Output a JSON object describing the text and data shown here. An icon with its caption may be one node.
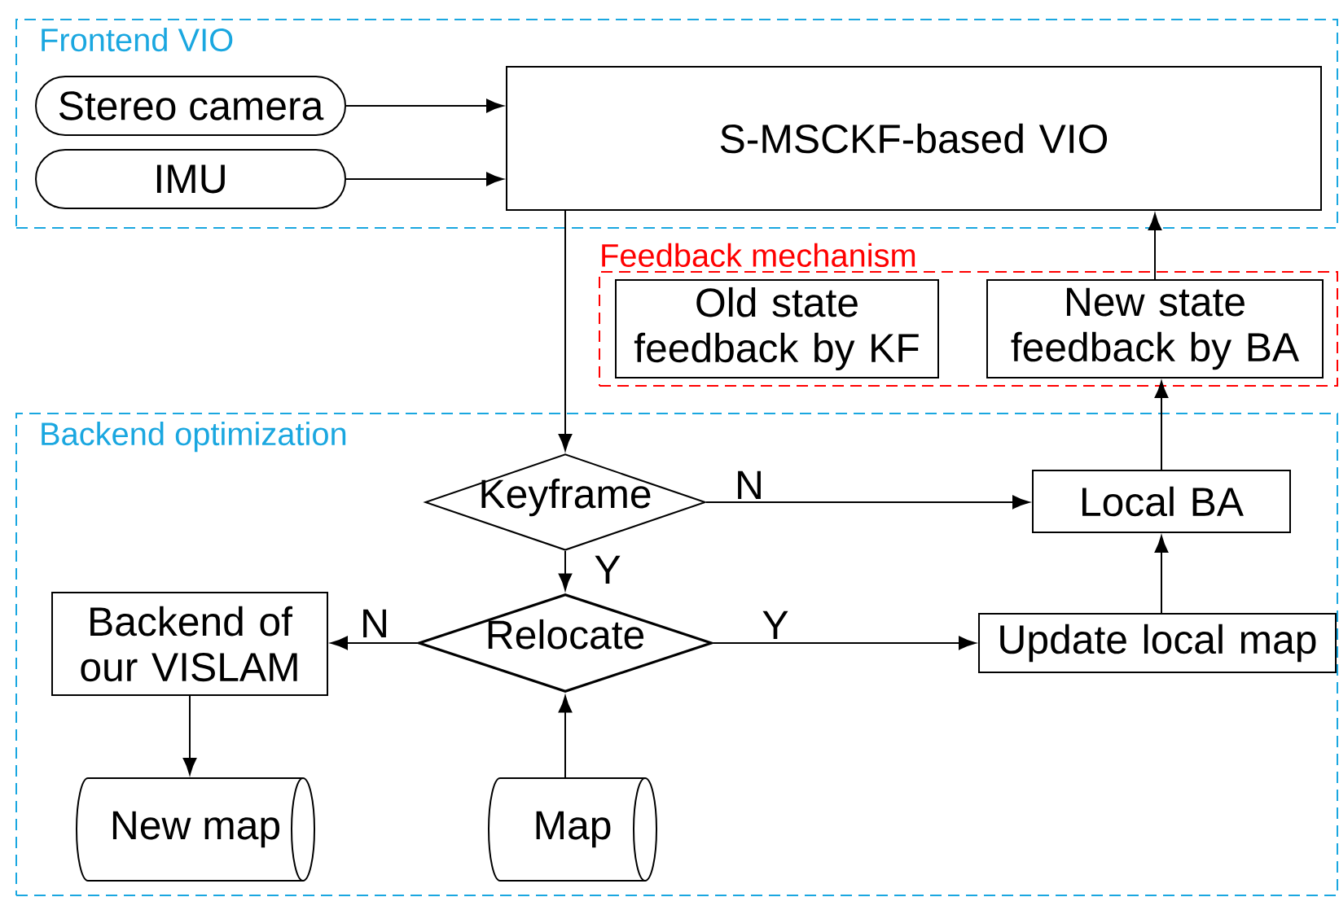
{
  "diagram": {
    "nodes": [
      {
        "text": [
          "Frontend VIO"
        ]
      },
      {
        "text": [
          "Stereo camera"
        ],
        "in": 0
      },
      {
        "text": [
          "IMU"
        ],
        "in": 0
      },
      {
        "text": [
          "S-MSCKF-based VIO"
        ],
        "in": 0
      },
      {
        "text": [
          "Feedback mechanism"
        ]
      },
      {
        "text": [
          "Old state feedback by KF"
        ],
        "in": 4
      },
      {
        "text": [
          "New state feedback by BA"
        ],
        "in": 4
      },
      {
        "text": [
          "Backend optimization"
        ]
      },
      {
        "text": [
          "Keyframe"
        ],
        "in": 7
      },
      {
        "text": [
          "Local BA"
        ],
        "in": 7
      },
      {
        "text": [
          "Backend of our VISLAM"
        ],
        "in": 7
      },
      {
        "text": [
          "Relocate"
        ],
        "in": 7
      },
      {
        "text": [
          "Update local map"
        ],
        "in": 7
      },
      {
        "text": [
          "New map"
        ],
        "in": 7
      },
      {
        "text": [
          "Map"
        ],
        "in": 7
      }
    ],
    "edges": [
      {
        "from": 1,
        "to": 3,
        "arrow": "to"
      },
      {
        "from": 2,
        "to": 3,
        "arrow": "to"
      },
      {
        "from": 3,
        "to": 8,
        "arrow": "to"
      },
      {
        "from": 6,
        "to": 3,
        "arrow": "to"
      },
      {
        "from": 9,
        "to": 6,
        "arrow": "to"
      },
      {
        "from": 8,
        "to": 9,
        "arrow": "to",
        "label": "N"
      },
      {
        "from": 8,
        "to": 11,
        "arrow": "to",
        "label": "Y"
      },
      {
        "from": 11,
        "to": 10,
        "arrow": "to",
        "label": "N"
      },
      {
        "from": 11,
        "to": 12,
        "arrow": "to",
        "label": "Y"
      },
      {
        "from": 12,
        "to": 9,
        "arrow": "to"
      },
      {
        "from": 10,
        "to": 13,
        "arrow": "to"
      },
      {
        "from": 14,
        "to": 11,
        "arrow": "to"
      }
    ]
  }
}
